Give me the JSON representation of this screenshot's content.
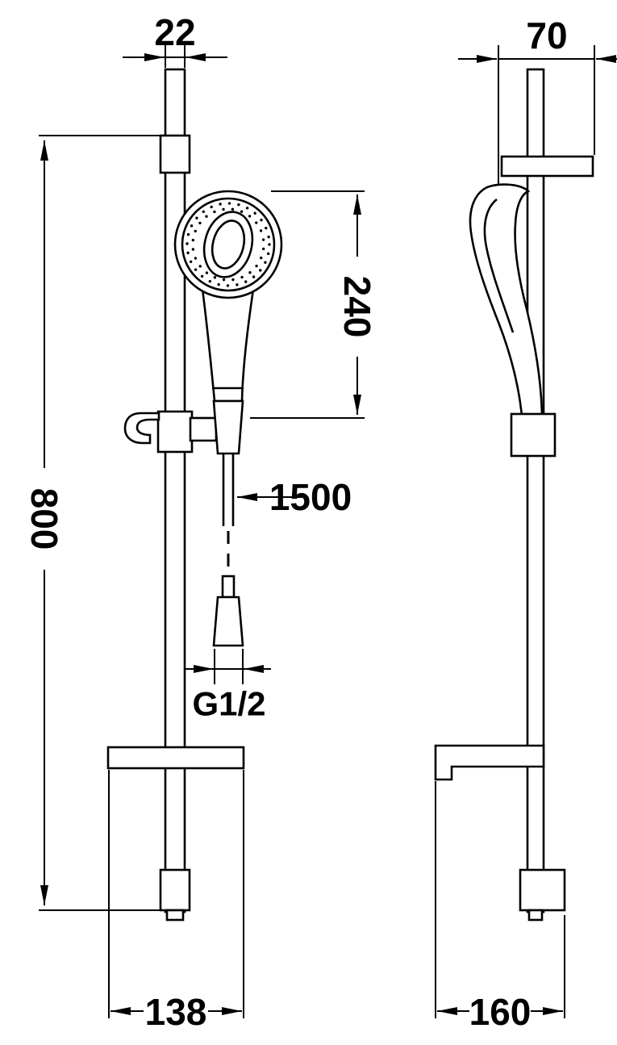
{
  "drawing": {
    "type": "shower-rail-set-technical-drawing",
    "colors": {
      "line": "#000000",
      "background": "#ffffff"
    },
    "dims": {
      "rail_width": "22",
      "bracket_depth": "70",
      "head_length": "240",
      "bar_height": "800",
      "hose_length": "1500",
      "thread": "G1/2",
      "base_width": "138",
      "base_depth": "160"
    }
  }
}
